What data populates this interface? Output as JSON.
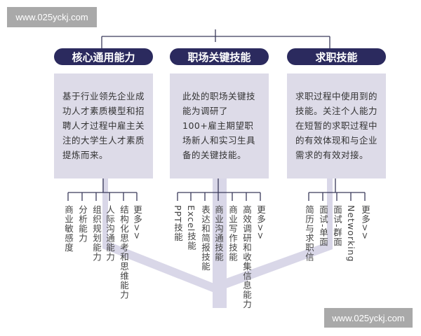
{
  "watermark": "www.025yckj.com",
  "categories": [
    {
      "title": "核心通用能力",
      "description": "基于行业领先企业成功人才素质模型和招聘人才过程中雇主关注的大学生人才素质提炼而来。",
      "skills": [
        "商业敏感度",
        "分析能力",
        "组织规划能力",
        "人际沟通能力",
        "结构化思考和思维能力",
        "更多>>"
      ]
    },
    {
      "title": "职场关键技能",
      "description": "此处的职场关键技能为调研了100+雇主期望职场新人和实习生具备的关键技能。",
      "skills": [
        "PPT技能",
        "Excel技能",
        "表达和简报技能",
        "商业沟通技能",
        "商业写作技能",
        "高效调研和收集信息能力",
        "更多>>"
      ]
    },
    {
      "title": "求职技能",
      "description": "求职过程中使用到的技能。关注个人能力在短暂的求职过程中的有效体现和与企业需求的有效对接。",
      "skills": [
        "简历与求职信",
        "面试-单面",
        "面试-群面",
        "Networking",
        "更多>>"
      ]
    }
  ],
  "colors": {
    "pill": "#2b2a5e",
    "box": "#dddbe8",
    "trunk": "#d9d7e8",
    "line": "#3a3a5a"
  }
}
